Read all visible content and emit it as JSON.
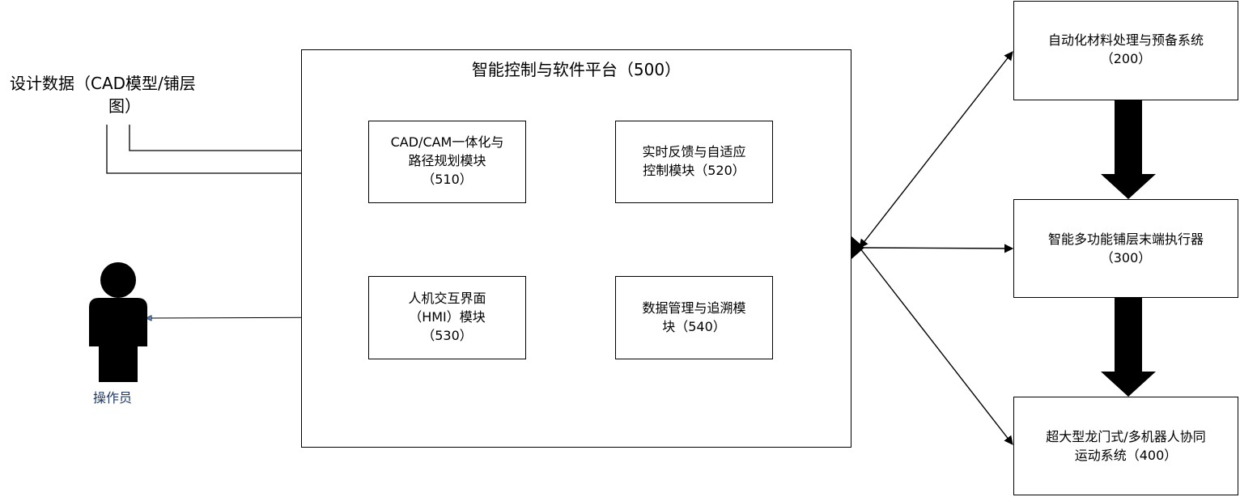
{
  "input": {
    "line1": "设计数据（CAD模型/铺层",
    "line2": "图）"
  },
  "operator": {
    "label": "操作员",
    "icon": "person-icon"
  },
  "platform": {
    "title": "智能控制与软件平台（500）"
  },
  "modules": {
    "m510": {
      "line1": "CAD/CAM一体化与",
      "line2": "路径规划模块",
      "line3": "（510）"
    },
    "m520": {
      "line1": "实时反馈与自适应",
      "line2": "控制模块（520）"
    },
    "m530": {
      "line1": "人机交互界面",
      "line2": "（HMI）模块",
      "line3": "（530）"
    },
    "m540": {
      "line1": "数据管理与追溯模",
      "line2": "块（540）"
    }
  },
  "systems": {
    "s200": {
      "line1": "自动化材料处理与预备系统",
      "line2": "（200）"
    },
    "s300": {
      "line1": "智能多功能铺层末端执行器",
      "line2": "（300）"
    },
    "s400": {
      "line1": "超大型龙门式/多机器人协同",
      "line2": "运动系统（400）"
    }
  },
  "colors": {
    "line": "#000000",
    "operator_label": "#1f3864",
    "hmi_arrowhead": "#5b7fb0"
  }
}
